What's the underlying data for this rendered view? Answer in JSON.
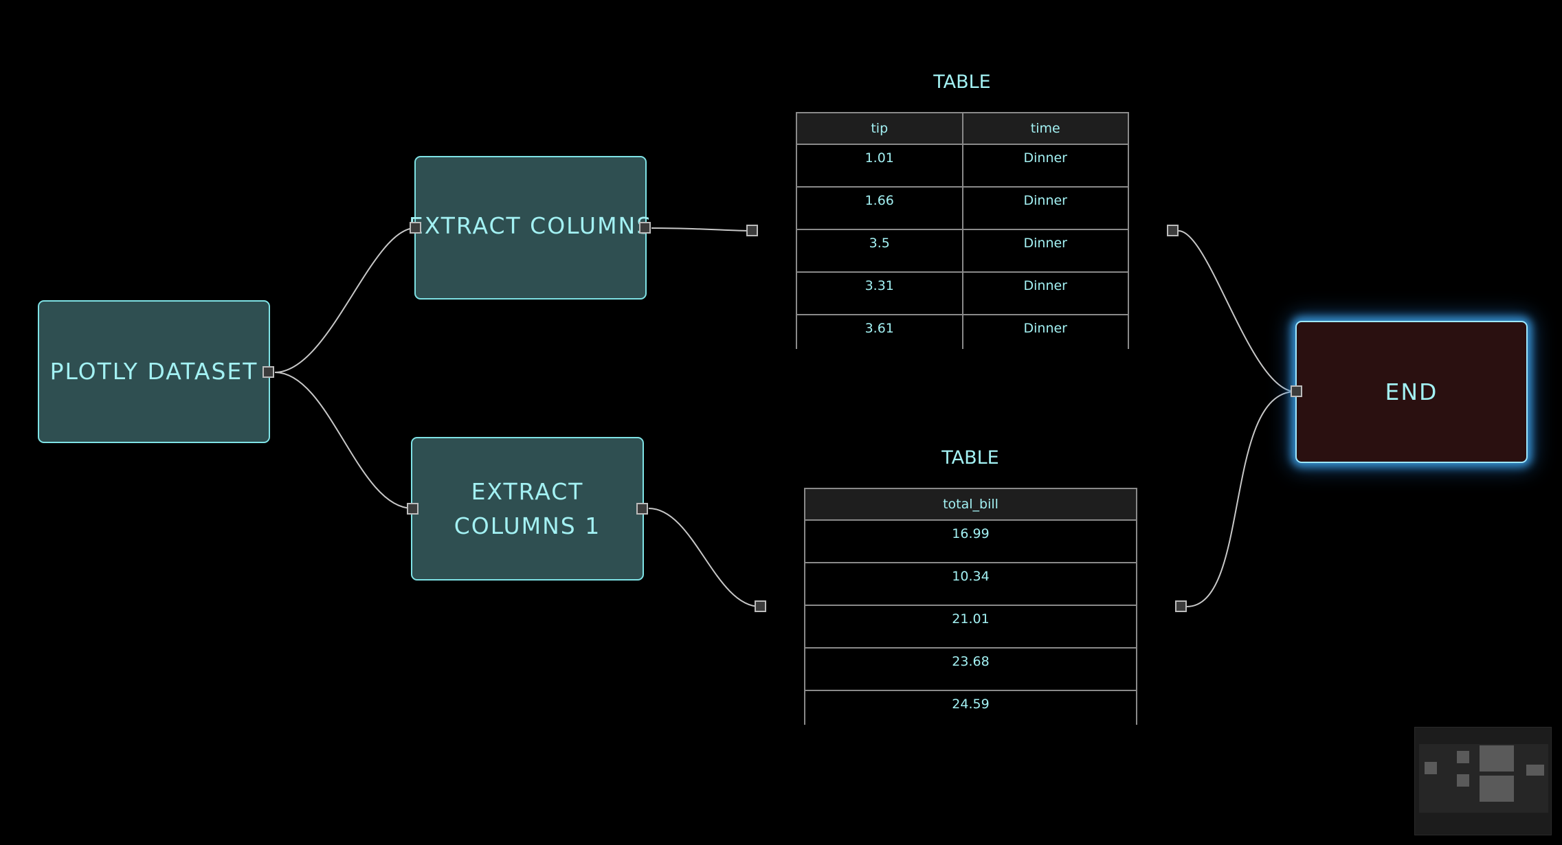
{
  "nodes": {
    "plotly_dataset": {
      "label": "PLOTLY DATASET"
    },
    "extract_columns": {
      "label": "EXTRACT COLUMNS"
    },
    "extract_columns_1": {
      "label": "EXTRACT COLUMNS 1"
    },
    "end": {
      "label": "END"
    }
  },
  "tables": [
    {
      "title": "TABLE",
      "columns": [
        "tip",
        "time"
      ],
      "rows": [
        [
          "1.01",
          "Dinner"
        ],
        [
          "1.66",
          "Dinner"
        ],
        [
          "3.5",
          "Dinner"
        ],
        [
          "3.31",
          "Dinner"
        ],
        [
          "3.61",
          "Dinner"
        ]
      ]
    },
    {
      "title": "TABLE",
      "columns": [
        "total_bill"
      ],
      "rows": [
        [
          "16.99"
        ],
        [
          "10.34"
        ],
        [
          "21.01"
        ],
        [
          "23.68"
        ],
        [
          "24.59"
        ]
      ]
    }
  ],
  "colors": {
    "background": "#000000",
    "node_fill": "#2f4f51",
    "node_border": "#7fe3e6",
    "node_text": "#a3f1f3",
    "end_fill": "#2a1010",
    "end_glow": "#3ca0e6",
    "edge": "#c8c8c8"
  }
}
